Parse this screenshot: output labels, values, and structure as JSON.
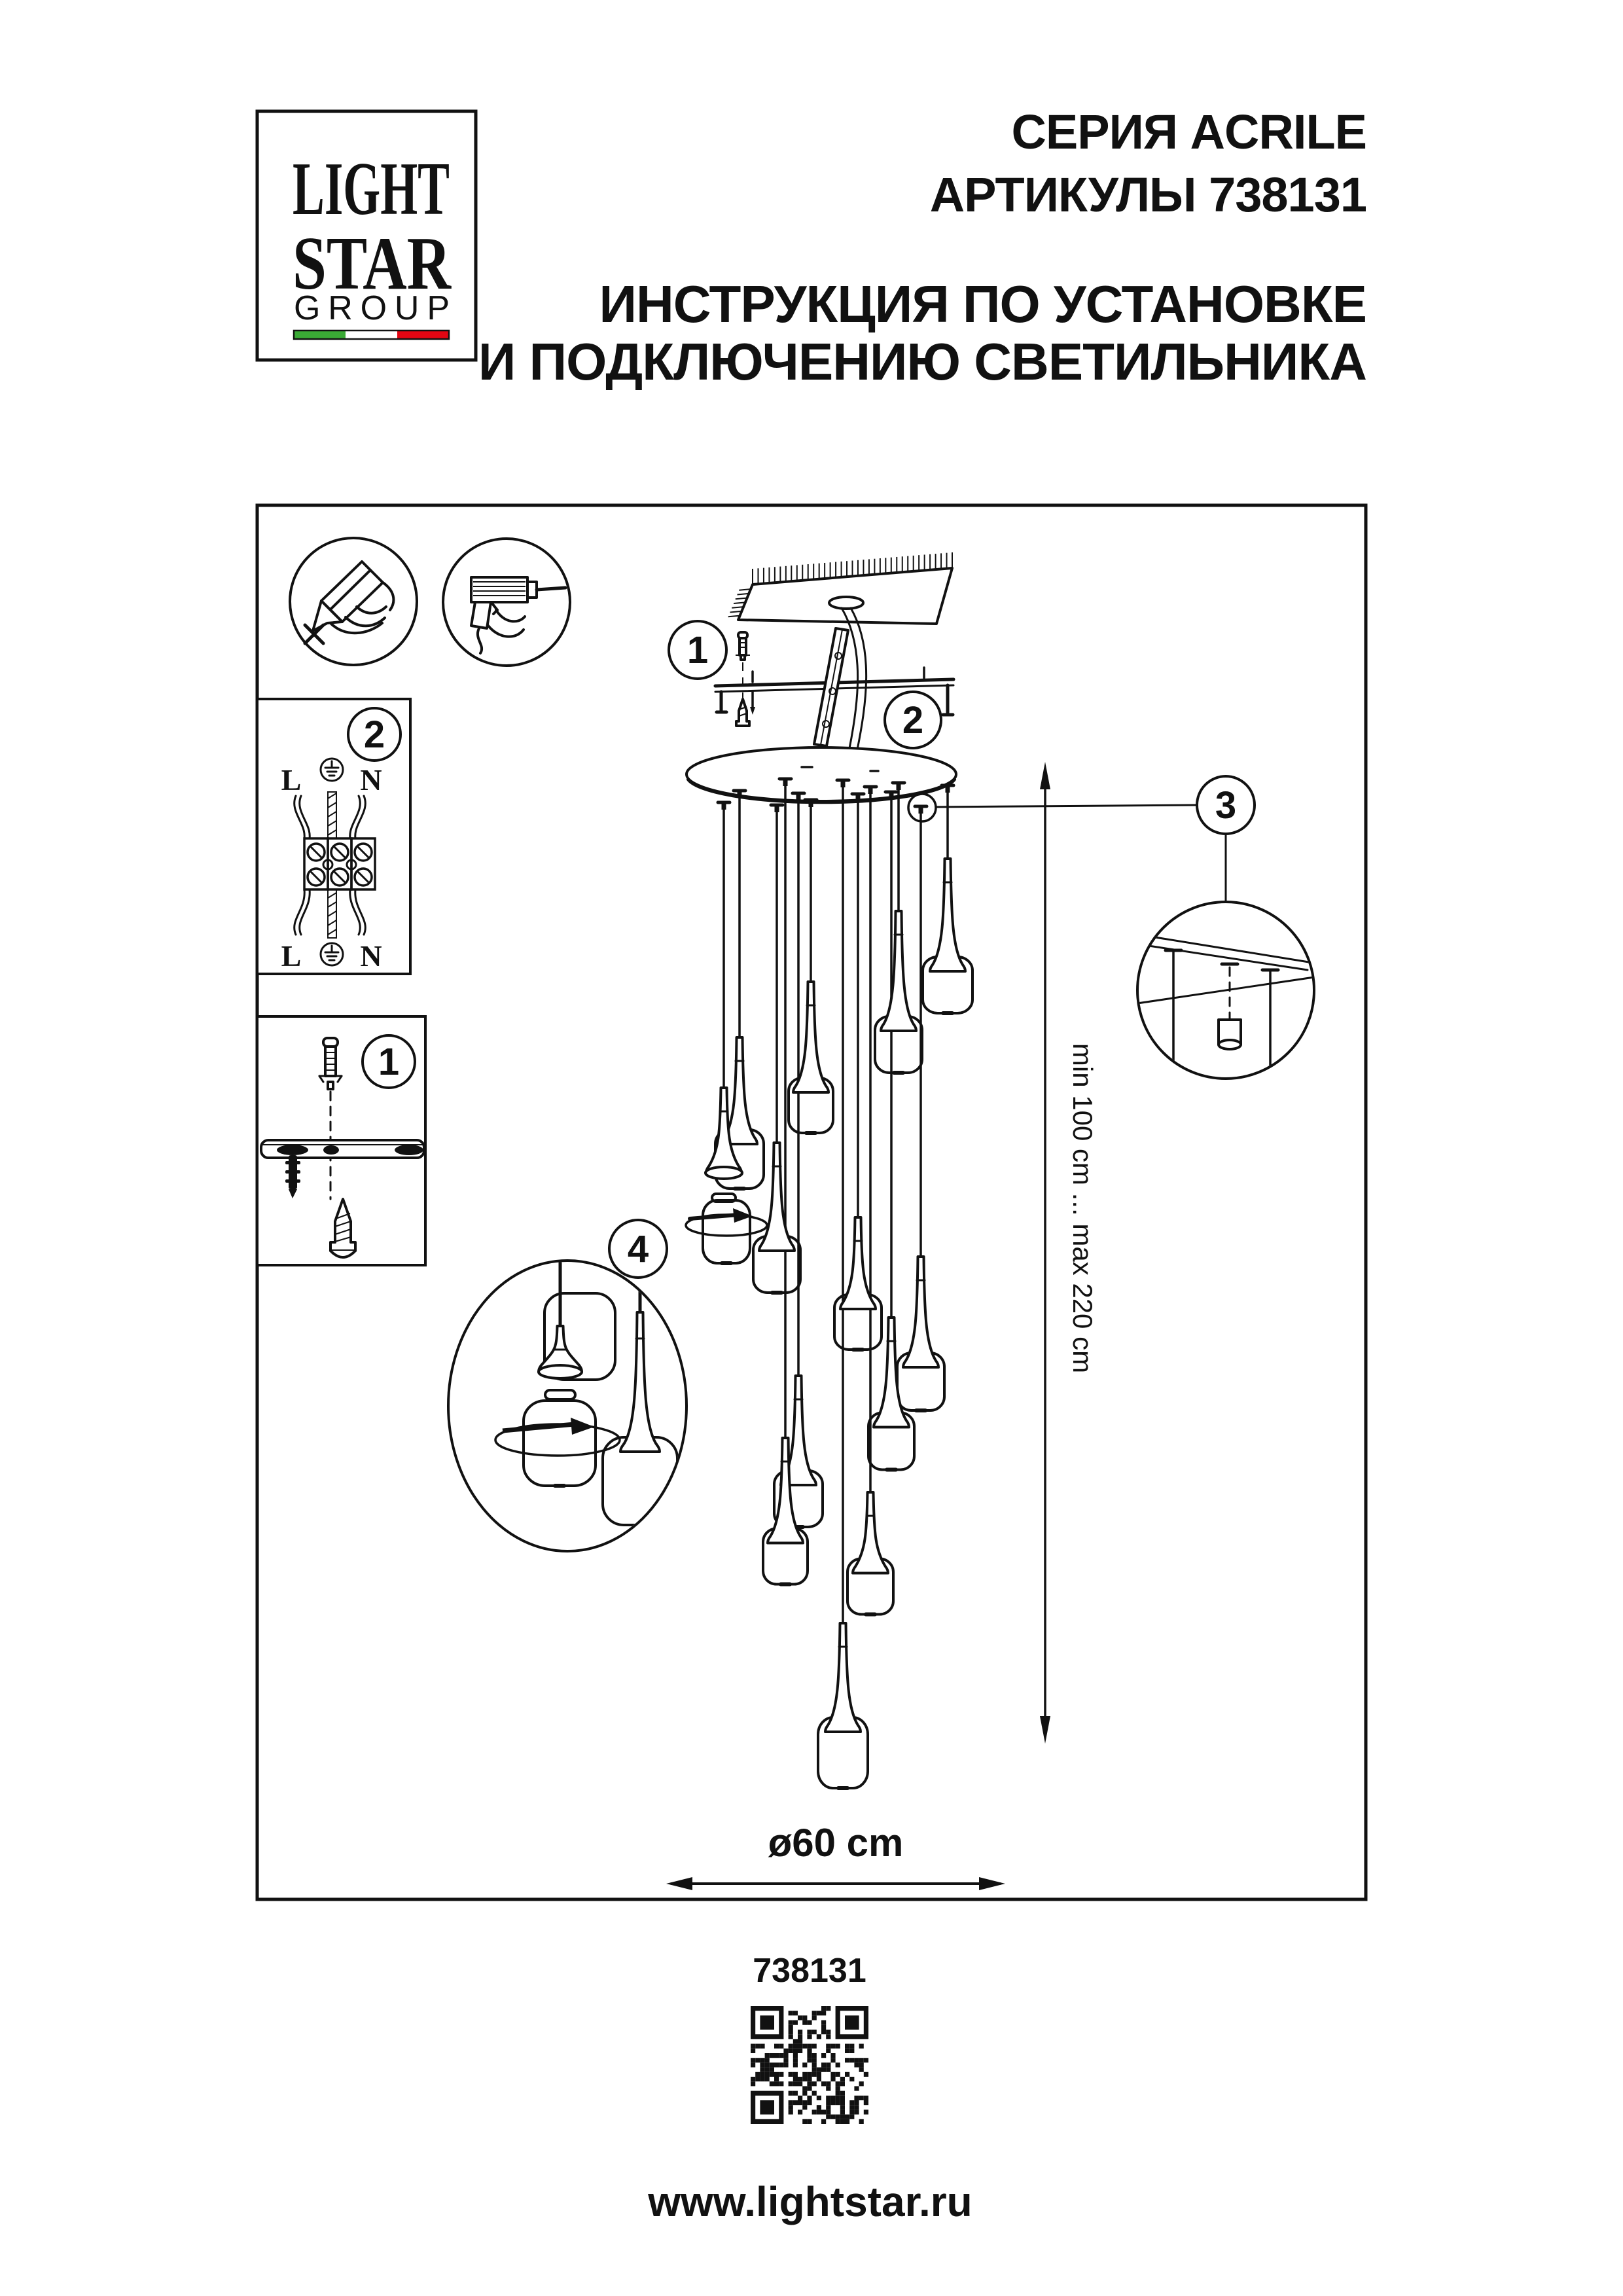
{
  "logo": {
    "line1": "LIGHT",
    "line2": "STAR",
    "line3": "GROUP",
    "flag_green": "#3aaa35",
    "flag_white": "#ffffff",
    "flag_red": "#e30613"
  },
  "header": {
    "series": "СЕРИЯ ACRILE",
    "article": "АРТИКУЛЫ 738131",
    "instruction_line1": "ИНСТРУКЦИЯ ПО УСТАНОВКЕ",
    "instruction_line2": "И ПОДКЛЮЧЕНИЮ СВЕТИЛЬНИКА"
  },
  "diagram": {
    "callouts": {
      "c1": "1",
      "c2": "2",
      "c3": "3",
      "c4": "4"
    },
    "inset_wiring": {
      "callout": "2",
      "l_top": "L",
      "n_top": "N",
      "l_bottom": "L",
      "n_bottom": "N"
    },
    "inset_anchor": {
      "callout": "1"
    },
    "dim_width": "ø60 cm",
    "dim_height": "min 100 cm ... max 220 cm",
    "icons": {
      "tool1": "marker-hand-icon",
      "tool2": "drill-icon",
      "ground_top": "earth-ground-icon",
      "ground_bottom": "earth-ground-icon"
    }
  },
  "footer": {
    "article": "738131",
    "qr_icon": "qr-code",
    "website": "www.lightstar.ru"
  }
}
